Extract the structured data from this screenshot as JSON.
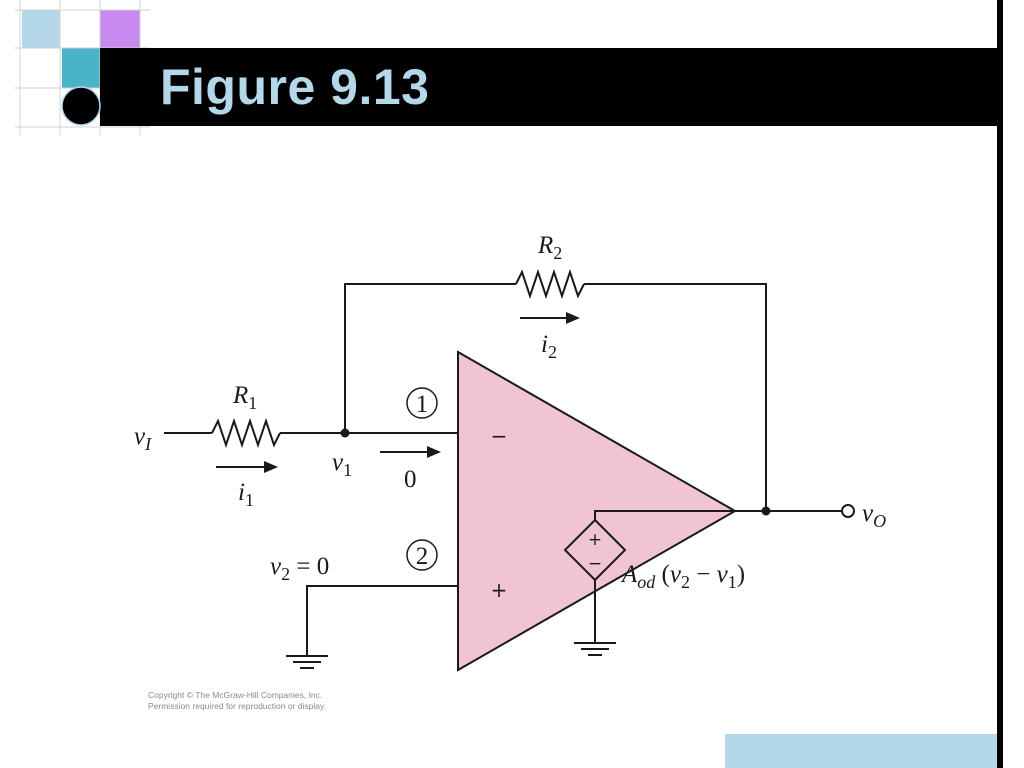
{
  "slide": {
    "title": "Figure 9.13",
    "copyright_line1": "Copyright © The McGraw-Hill Companies, Inc.",
    "copyright_line2": "Permission required for reproduction or display.",
    "colors": {
      "title_bar": "#000000",
      "title_text": "#b4d8ea",
      "opamp_fill": "#f0c4d2",
      "accent_light_blue": "#b4d8ea",
      "accent_teal": "#4ab3c8",
      "accent_purple": "#c88af0"
    }
  },
  "circuit": {
    "input": {
      "sym": "v",
      "sub": "I"
    },
    "r1": {
      "sym": "R",
      "sub": "1"
    },
    "r2": {
      "sym": "R",
      "sub": "2"
    },
    "i1": {
      "sym": "i",
      "sub": "1"
    },
    "i2": {
      "sym": "i",
      "sub": "2"
    },
    "v1": {
      "sym": "v",
      "sub": "1"
    },
    "zero_current": "0",
    "node1": "1",
    "node2": "2",
    "v2": {
      "sym": "v",
      "sub": "2",
      "rest": " = 0"
    },
    "minus": "−",
    "plus": "+",
    "output": {
      "sym": "v",
      "sub": "O"
    },
    "source": {
      "sym": "A",
      "sub": "od",
      "expr_open": " (",
      "v2_sym": "v",
      "v2_sub": "2",
      "op": " − ",
      "v1_sym": "v",
      "v1_sub": "1",
      "expr_close": ")",
      "plus": "+",
      "minus": "−"
    }
  }
}
